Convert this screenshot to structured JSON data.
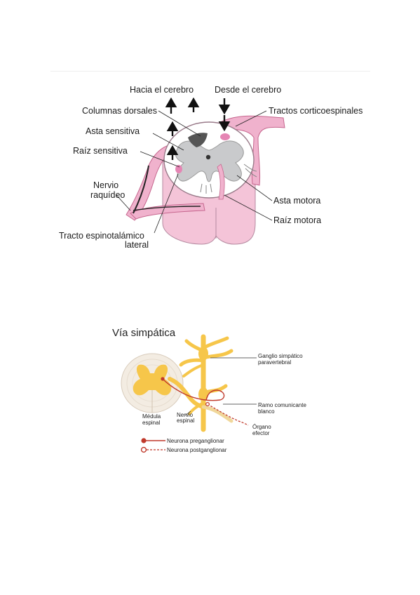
{
  "figure1": {
    "labels": {
      "to_brain": "Hacia el cerebro",
      "from_brain": "Desde el cerebro",
      "dorsal_columns": "Columnas dorsales",
      "corticospinal": "Tractos corticoespinales",
      "sensory_horn": "Asta sensitiva",
      "sensory_root": "Raíz sensitiva",
      "spinal_nerve_1": "Nervio",
      "spinal_nerve_2": "raquídeo",
      "motor_horn": "Asta motora",
      "motor_root": "Raíz motora",
      "spinothalamic_1": "Tracto espinotalámico",
      "spinothalamic_2": "lateral"
    }
  },
  "figure2": {
    "title": "Vía simpática",
    "labels": {
      "ganglion_1": "Ganglio simpático",
      "ganglion_2": "paravertebral",
      "ramus_1": "Ramo comunicante",
      "ramus_2": "blanco",
      "cord_1": "Médula",
      "cord_2": "espinal",
      "nerve_1": "Nervio",
      "nerve_2": "espinal",
      "organ_1": "Órgano",
      "organ_2": "efector"
    },
    "legend": {
      "pre": "Neurona preganglionar",
      "post": "Neurona postganglionar"
    }
  },
  "colors": {
    "pink": "#f0b2cd",
    "pink_dark": "#c6668e",
    "gray_matter": "#c9cacc",
    "yellow": "#f6c64a",
    "red": "#c0392b",
    "cord_bg": "#f3ece2"
  }
}
